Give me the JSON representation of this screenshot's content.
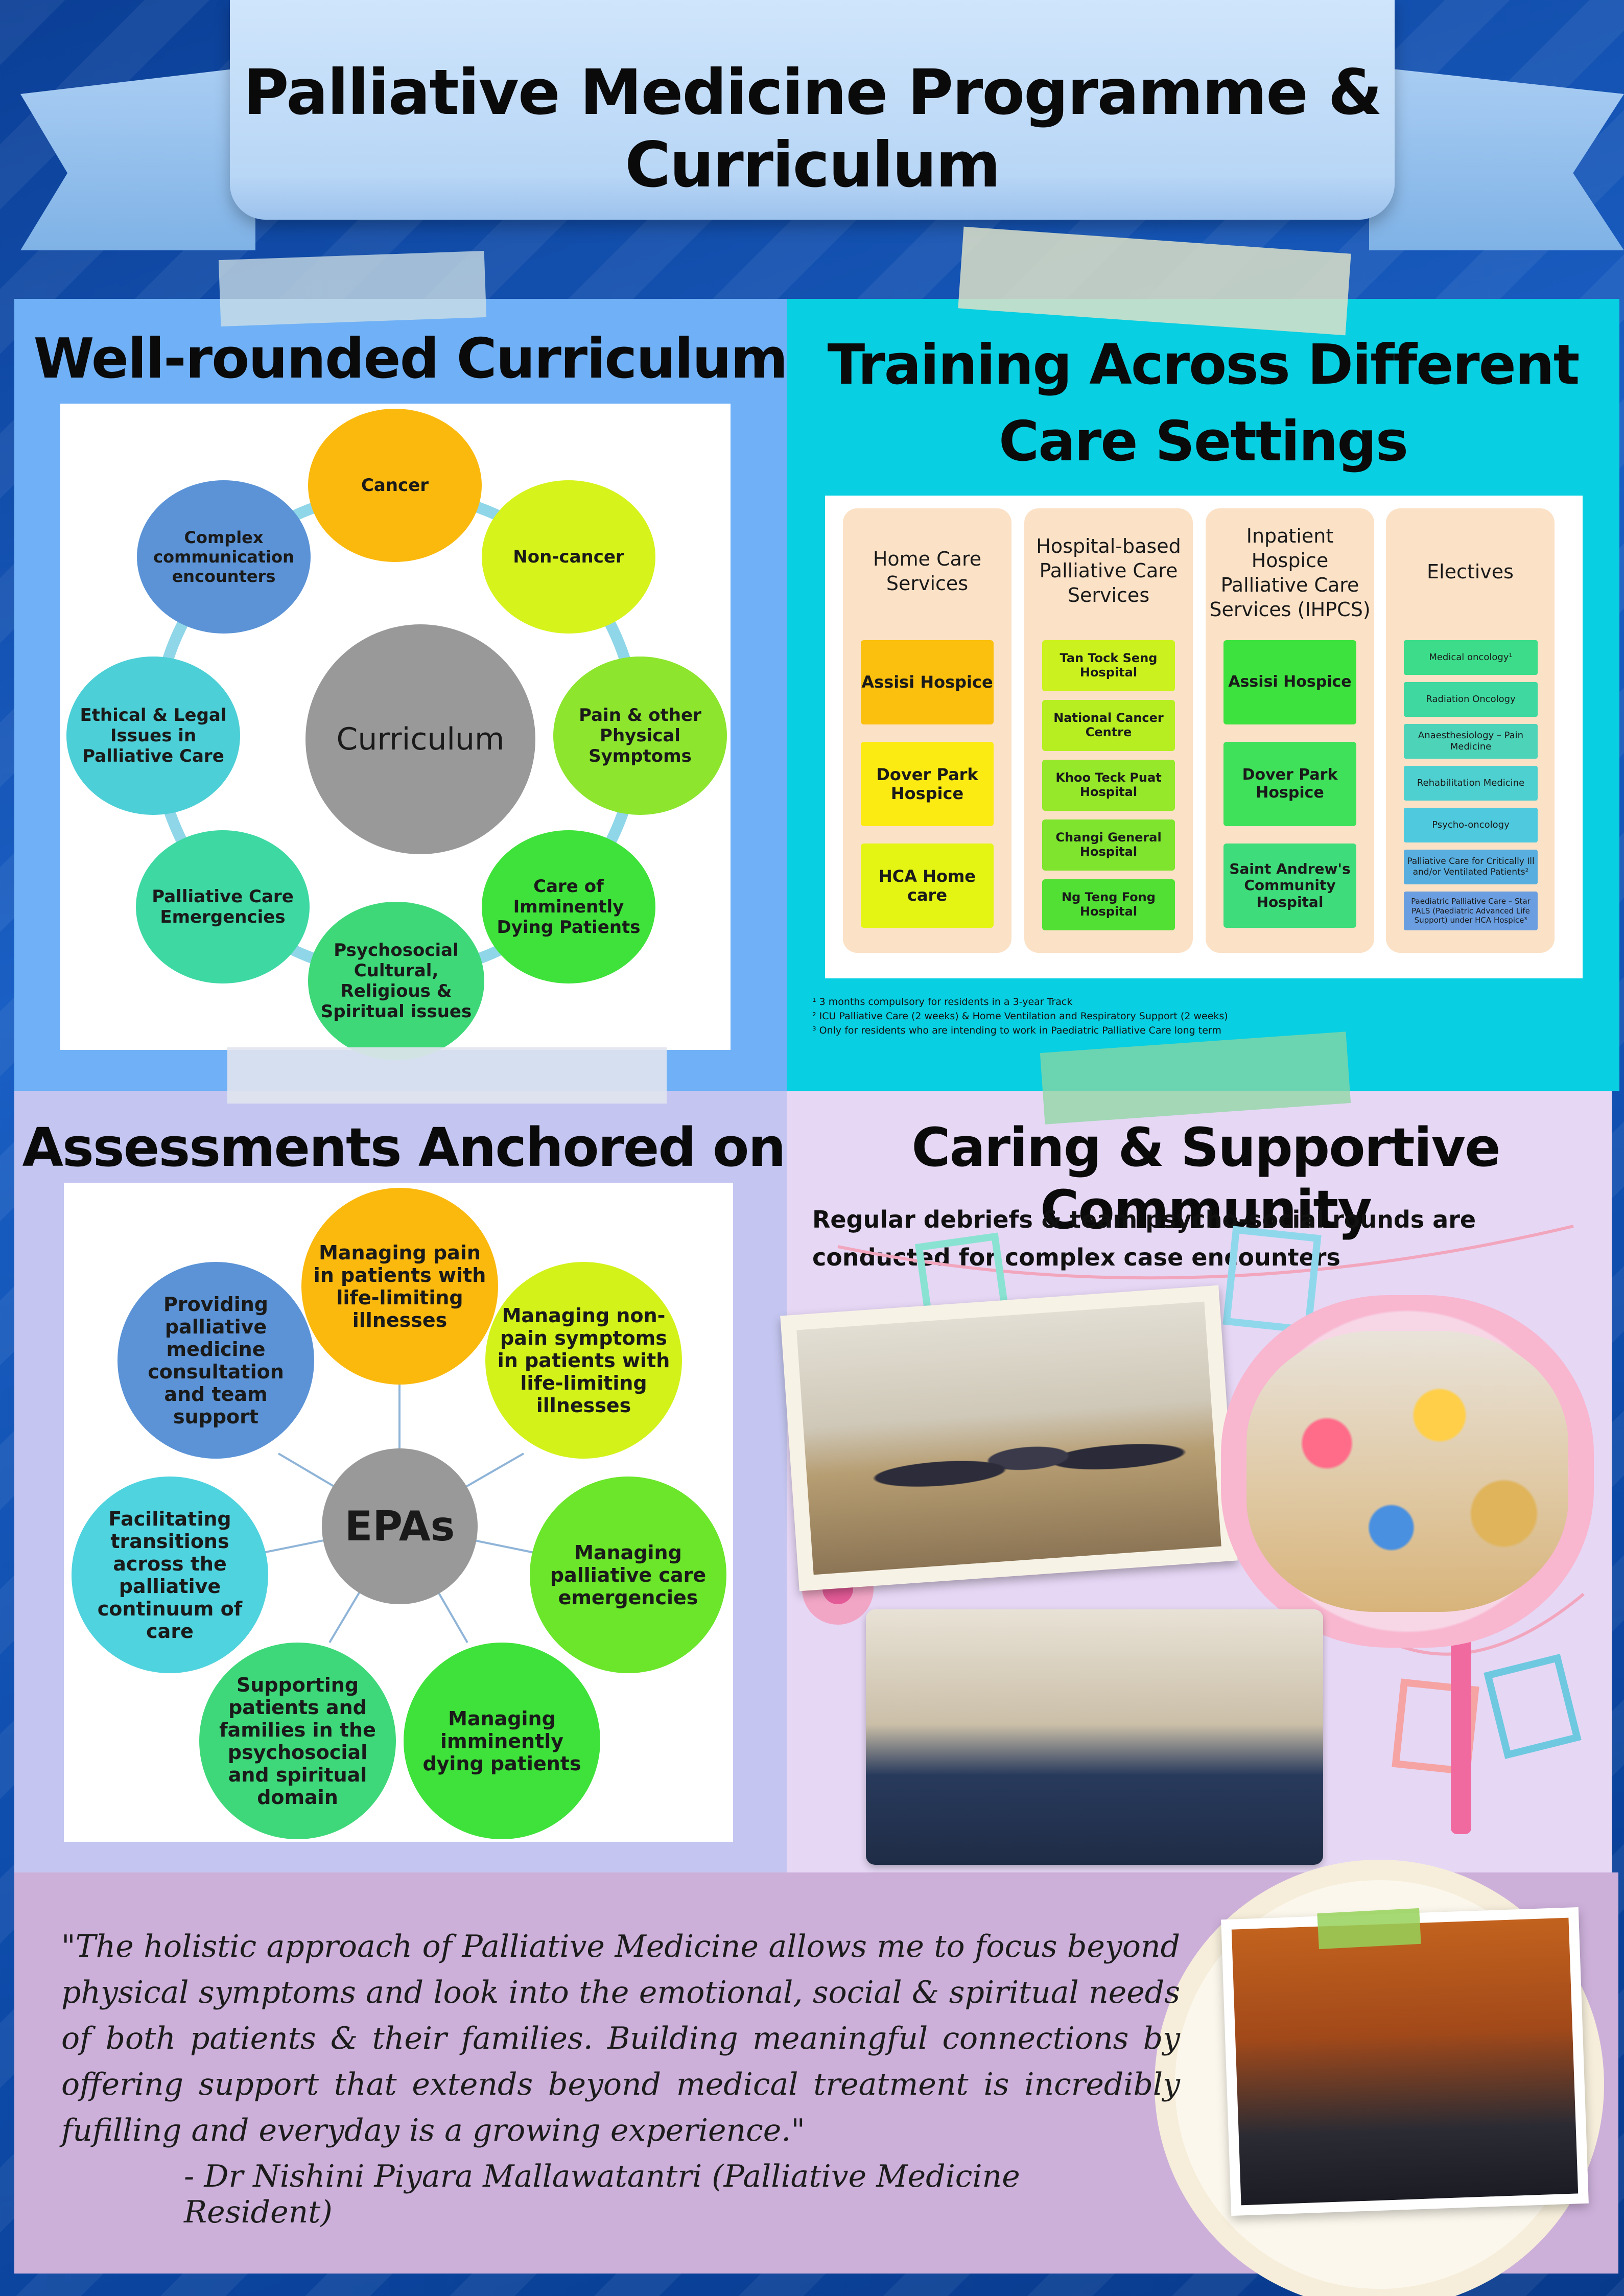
{
  "page": {
    "title": "Palliative Medicine Programme & Curriculum"
  },
  "curriculum": {
    "title": "Well-rounded Curriculum",
    "center": "Curriculum",
    "items": [
      "Cancer",
      "Non-cancer",
      "Pain & other Physical Symptoms",
      "Care of Imminently Dying Patients",
      "Psychosocial Cultural, Religious & Spiritual issues",
      "Palliative Care Emergencies",
      "Ethical & Legal Issues in Palliative Care",
      "Complex communication encounters"
    ]
  },
  "training": {
    "title": "Training Across Different Care Settings",
    "columns": [
      {
        "heading": "Home Care Services",
        "items": [
          "Assisi Hospice",
          "Dover Park Hospice",
          "HCA Home care"
        ]
      },
      {
        "heading": "Hospital-based Palliative Care Services",
        "items": [
          "Tan Tock Seng Hospital",
          "National Cancer Centre",
          "Khoo Teck Puat Hospital",
          "Changi General Hospital",
          "Ng Teng Fong Hospital"
        ]
      },
      {
        "heading": "Inpatient Hospice Palliative Care Services (IHPCS)",
        "items": [
          "Assisi Hospice",
          "Dover Park Hospice",
          "Saint Andrew's Community Hospital"
        ]
      },
      {
        "heading": "Electives",
        "items": [
          "Medical oncology¹",
          "Radiation Oncology",
          "Anaesthesiology – Pain Medicine",
          "Rehabilitation Medicine",
          "Psycho-oncology",
          "Palliative Care for Critically Ill and/or Ventilated Patients²",
          "Paediatric Palliative Care – Star PALS (Paediatric Advanced Life Support) under HCA Hospice³"
        ]
      }
    ],
    "footnotes": [
      "¹ 3 months compulsory for residents in a 3-year Track",
      "² ICU Palliative Care (2 weeks) & Home Ventilation and Respiratory Support (2 weeks)",
      "³ Only for residents who are intending to work in Paediatric Palliative Care long term"
    ]
  },
  "epa": {
    "title": "Assessments Anchored on EPAs",
    "center": "EPAs",
    "items": [
      "Managing pain in patients with life-limiting illnesses",
      "Managing non-pain symptoms in patients with life-limiting illnesses",
      "Managing palliative care emergencies",
      "Managing imminently dying patients",
      "Supporting patients and families in the psychosocial and spiritual domain",
      "Facilitating transitions across the palliative continuum of care",
      "Providing palliative medicine consultation and team support"
    ]
  },
  "community": {
    "title": "Caring & Supportive Community",
    "subtitle": "Regular debriefs & team psycho-social rounds are conducted for complex case encounters"
  },
  "quote": {
    "text": "\"The holistic approach of Palliative Medicine allows me to focus beyond physical symptoms and look into the emotional, social & spiritual needs of both patients & their families. Building meaningful connections by offering support that extends beyond medical treatment is incredibly fufilling and everyday is a growing experience.\"",
    "author": "- Dr Nishini Piyara Mallawatantri (Palliative Medicine Resident)"
  },
  "colors": {
    "orange": "#fbb90e",
    "lime": "#d3f21a",
    "green_yellow": "#89e62a",
    "green": "#3fe23a",
    "teal_green": "#3ed8a0",
    "cyan": "#4fd0e0",
    "blue": "#5b93d6",
    "gray": "#999999"
  }
}
